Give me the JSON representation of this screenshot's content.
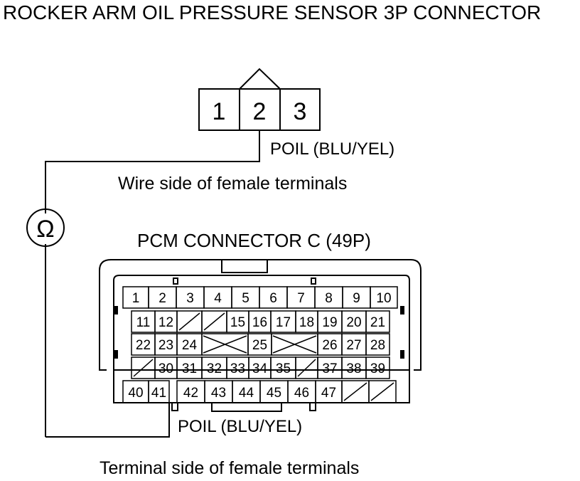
{
  "title": "ROCKER ARM OIL PRESSURE SENSOR 3P CONNECTOR",
  "sensor_connector": {
    "pins": [
      "1",
      "2",
      "3"
    ]
  },
  "wire_label_top": "POIL (BLU/YEL)",
  "wire_side_caption": "Wire side of female terminals",
  "ohmmeter_symbol": "Ω",
  "pcm_connector_title": "PCM CONNECTOR C (49P)",
  "pcm_rows": [
    [
      "1",
      "2",
      "3",
      "4",
      "5",
      "6",
      "7",
      "8",
      "9",
      "10"
    ],
    [
      "11",
      "12",
      "",
      "",
      "15",
      "16",
      "17",
      "18",
      "19",
      "20",
      "21"
    ],
    [
      "22",
      "23",
      "24",
      "",
      "25",
      "",
      "26",
      "27",
      "28"
    ],
    [
      "",
      "30",
      "31",
      "32",
      "33",
      "34",
      "35",
      "",
      "37",
      "38",
      "39"
    ],
    [
      "40",
      "41",
      "42",
      "43",
      "44",
      "45",
      "46",
      "47",
      "",
      ""
    ]
  ],
  "wire_label_bottom": "POIL (BLU/YEL)",
  "terminal_side_caption": "Terminal side of female terminals"
}
